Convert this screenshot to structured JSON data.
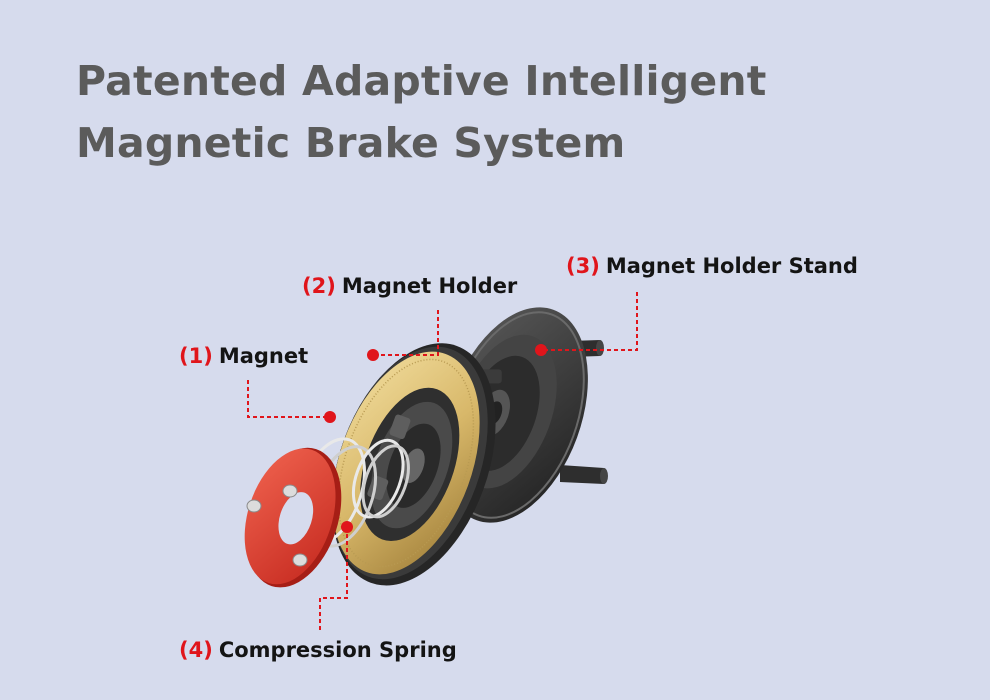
{
  "title": {
    "line1": "Patented Adaptive Intelligent",
    "line2": "Magnetic Brake System"
  },
  "callouts": [
    {
      "number": "(1)",
      "text": "Magnet"
    },
    {
      "number": "(2)",
      "text": "Magnet Holder"
    },
    {
      "number": "(3)",
      "text": "Magnet Holder Stand"
    },
    {
      "number": "(4)",
      "text": "Compression Spring"
    }
  ],
  "colors": {
    "background": "#d6dbed",
    "title": "#5b5b5b",
    "callout_accent": "#e0151b",
    "magnet_gold": "#d8b86a",
    "end_cap_red": "#e1473c"
  }
}
